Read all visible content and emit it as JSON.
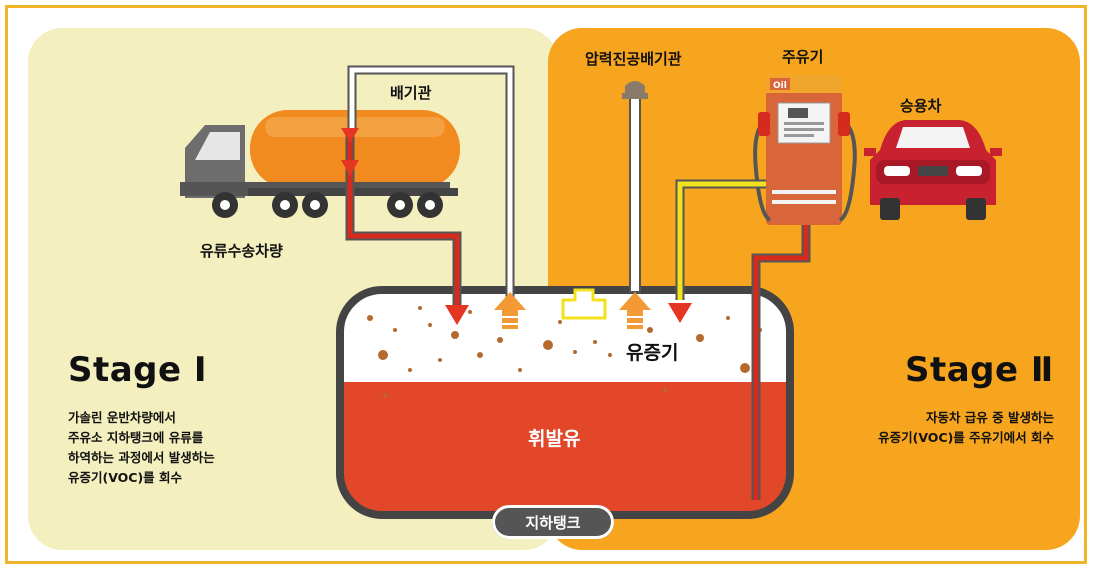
{
  "left_stage": {
    "title": "Stage Ⅰ",
    "description": "가솔린 운반차량에서\n주유소 지하탱크에 유류를\n하역하는 과정에서 발생하는\n유증기(VOC)를 회수"
  },
  "right_stage": {
    "title": "Stage Ⅱ",
    "description": "자동차 급유 중 발생하는\n유증기(VOC)를 주유기에서 회수"
  },
  "labels": {
    "vent_pipe": "배기관",
    "tanker_truck": "유류수송차량",
    "pressure_vacuum_vent": "압력진공배기관",
    "dispenser": "주유기",
    "passenger_car": "승용차",
    "vapor": "유증기",
    "volatile_oil": "휘발유",
    "underground_tank": "지하탱크",
    "dispenser_sign": "Oil"
  },
  "colors": {
    "left_panel": "#f3efbe",
    "right_panel": "#f7a51e",
    "frame": "#f0b428",
    "liquid": "#e2472a",
    "tank_outline": "#444444",
    "fuel_line": "#d62a1e",
    "vapor_line": "#f2e11c"
  }
}
